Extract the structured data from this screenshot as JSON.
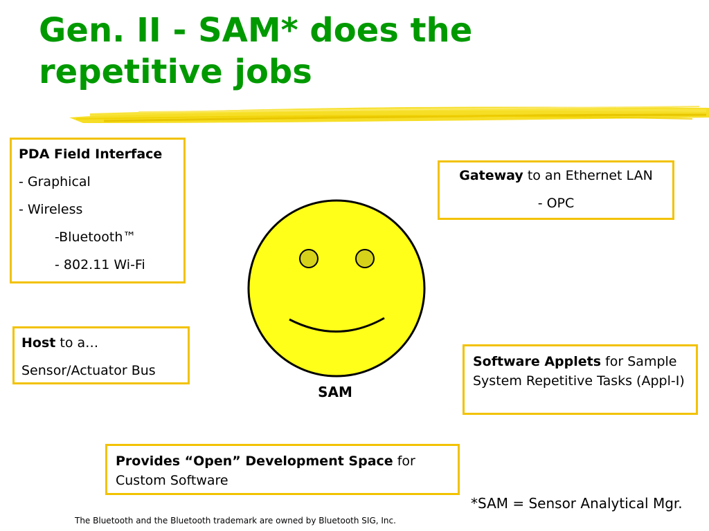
{
  "title": "Gen. II - SAM* does the repetitive jobs",
  "colors": {
    "title": "#009900",
    "box_border": "#f2c200",
    "face_fill": "#ffff1a",
    "eye_fill": "#d6d21a",
    "brush": "#f5d800"
  },
  "boxes": {
    "pda": {
      "heading": "PDA Field Interface",
      "lines": [
        "- Graphical",
        "- Wireless",
        "-Bluetooth™",
        "- 802.11 Wi-Fi"
      ]
    },
    "gateway": {
      "bold": "Gateway",
      "rest": " to an Ethernet LAN",
      "line2": "- OPC"
    },
    "host": {
      "bold": "Host",
      "rest": " to a…",
      "line2": "Sensor/Actuator Bus"
    },
    "applets": {
      "bold": "Software Applets",
      "rest": " for Sample System Repetitive Tasks (Appl-I)"
    },
    "dev": {
      "bold": "Provides “Open” Development Space",
      "rest": " for Custom Software"
    }
  },
  "sam_label": "SAM",
  "footnote": "*SAM = Sensor Analytical Mgr.",
  "footer_note": "The Bluetooth and the Bluetooth trademark are owned by Bluetooth SIG, Inc."
}
